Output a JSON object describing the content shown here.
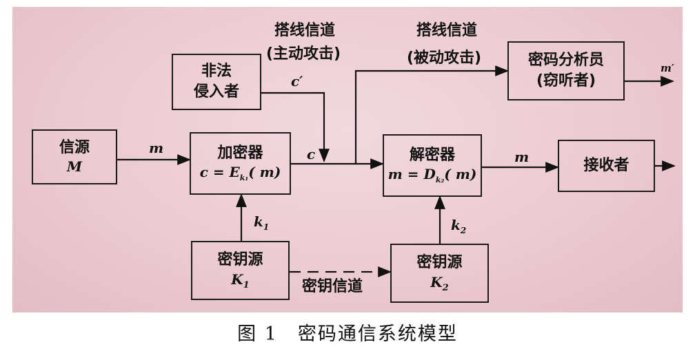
{
  "blocks": {
    "intruder": {
      "line1": "非法",
      "line2": "侵入者"
    },
    "source": {
      "line1": "信源",
      "line2": "M"
    },
    "encryptor": {
      "line1": "加密器",
      "line2": "c = E",
      "sub": "k₁",
      "line2b": "( m)"
    },
    "decryptor": {
      "line1": "解密器",
      "line2": "m = D",
      "sub": "k₂",
      "line2b": "( m)"
    },
    "analyst": {
      "line1": "密码分析员",
      "line2": "(窃听者)"
    },
    "receiver": {
      "line1": "接收者"
    },
    "keysource1": {
      "line1": "密钥源",
      "line2": "K",
      "sub": "1"
    },
    "keysource2": {
      "line1": "密钥源",
      "line2": "K",
      "sub": "2"
    }
  },
  "labels": {
    "active_line1": "搭线信道",
    "active_line2": "(主动攻击)",
    "passive_line1": "搭线信道",
    "passive_line2": "(被动攻击)",
    "key_channel": "密钥信道",
    "m_source": "m",
    "c_out": "c",
    "c_prime": "c′",
    "m_out": "m",
    "m_prime": "m′",
    "k1": "k",
    "k1_sub": "1",
    "k2": "k",
    "k2_sub": "2"
  },
  "caption": "图 1　密码通信系统模型"
}
